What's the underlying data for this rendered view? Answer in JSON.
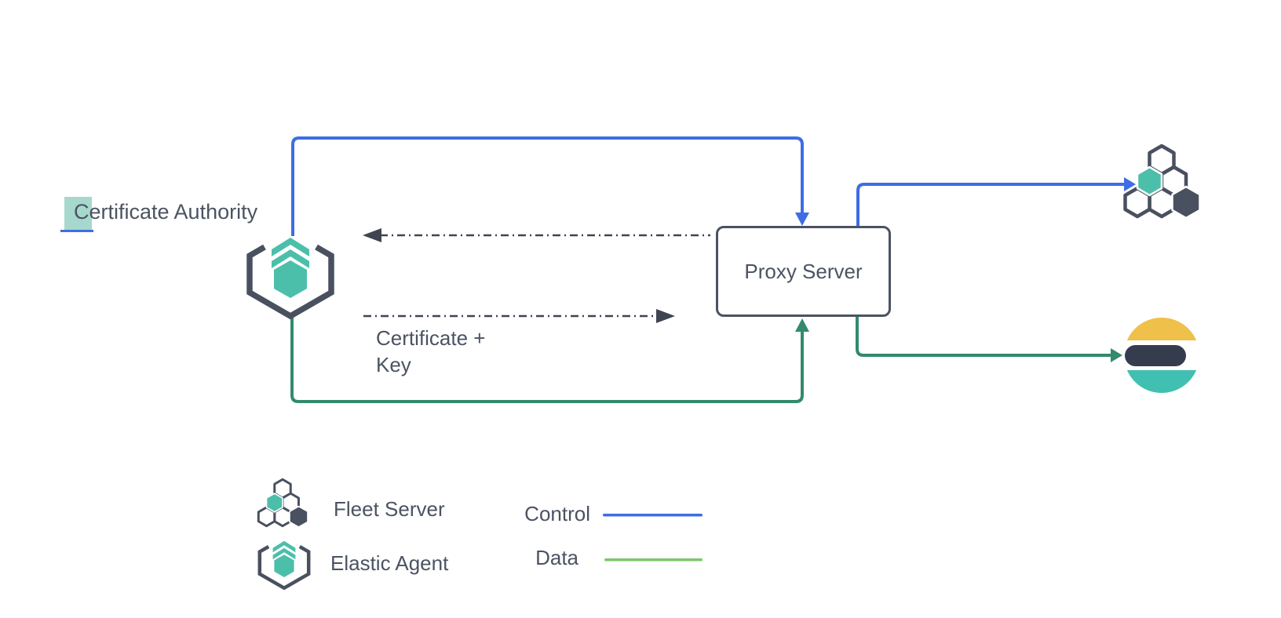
{
  "nodes": {
    "certificate_authority": {
      "label": "Certificate Authority",
      "selection": "C"
    },
    "proxy_server": {
      "label": "Proxy Server"
    },
    "fleet_server": {
      "name": "Fleet Server"
    },
    "elastic_agent": {
      "name": "Elastic Agent"
    },
    "elasticsearch": {
      "name": "Elasticsearch"
    }
  },
  "edges": {
    "certificate_key": {
      "line1": "Certificate +",
      "line2": "Key"
    }
  },
  "legend": {
    "fleet_server_label": "Fleet Server",
    "elastic_agent_label": "Elastic Agent",
    "control_label": "Control",
    "data_label": "Data"
  },
  "colors": {
    "control_blue": "#3e6de5",
    "data_green": "#338a6d",
    "legend_data_green": "#7cc76d",
    "teal": "#4cbfab",
    "slate": "#49505f",
    "text": "#4b5362",
    "dash": "#3f4550",
    "es_yellow": "#efc04a",
    "es_teal": "#41bfb1",
    "es_dark": "#353c4d",
    "selection_highlight": "#a6d8cd"
  }
}
